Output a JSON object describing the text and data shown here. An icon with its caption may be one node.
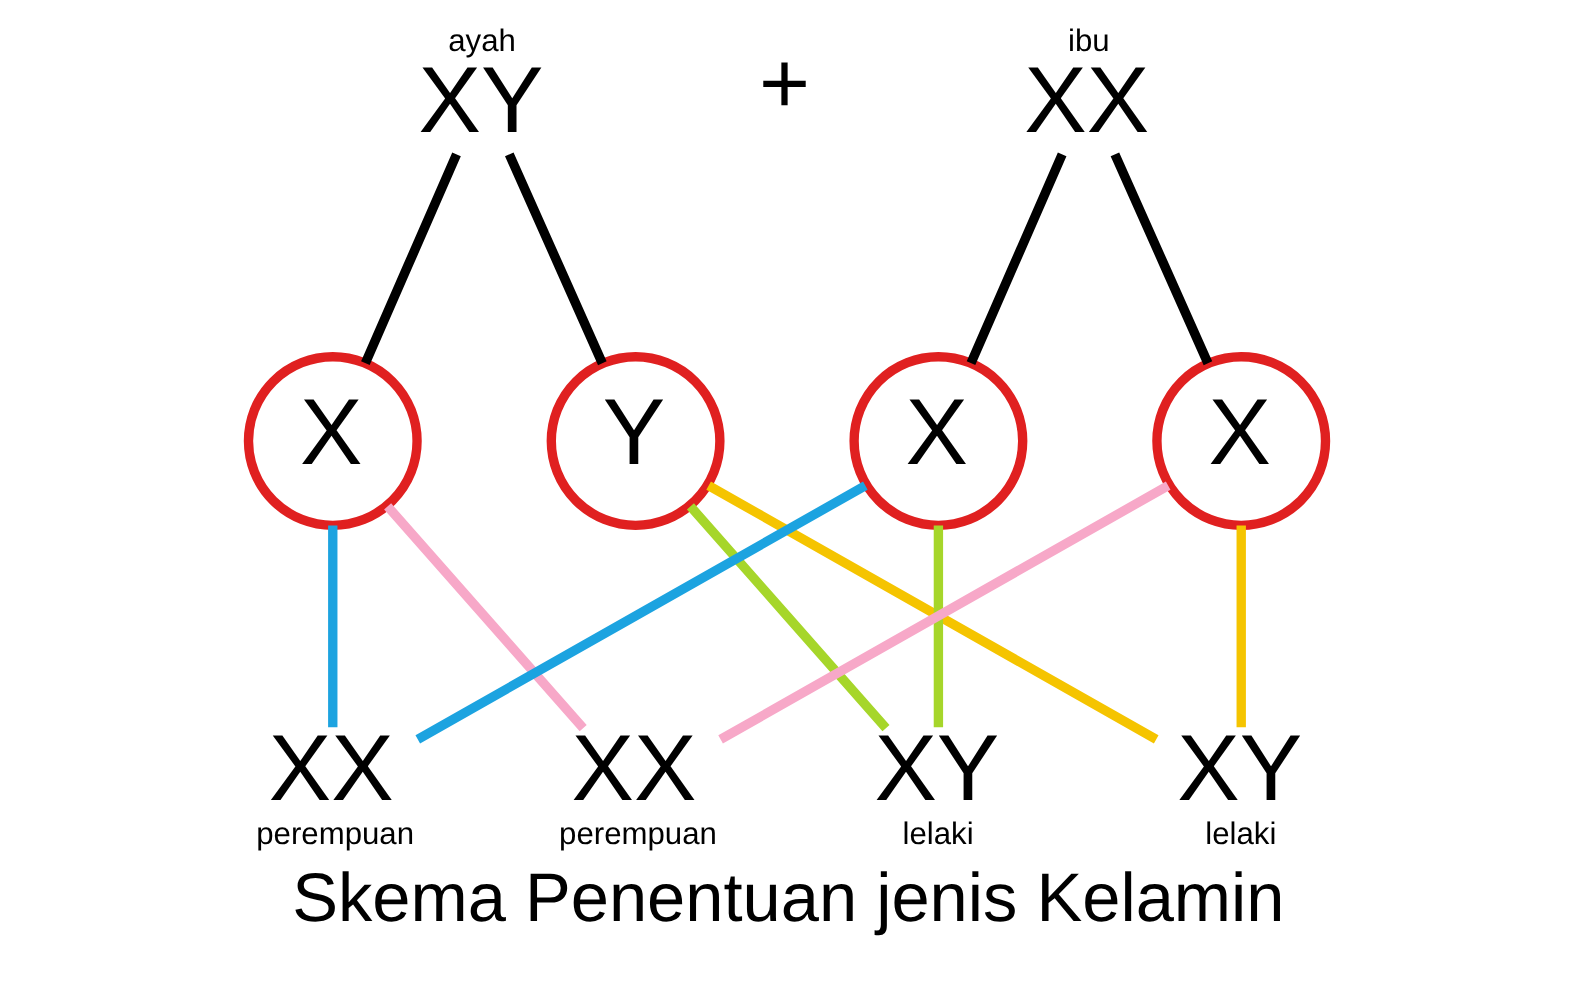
{
  "diagram": {
    "caption": "Skema Penentuan jenis Kelamin",
    "nodes": [
      {
        "text": [
          "XY"
        ],
        "beside": [
          "ayah"
        ]
      },
      {
        "text": [
          "XX"
        ],
        "beside": [
          "ibu"
        ]
      },
      {
        "text": [
          "X"
        ]
      },
      {
        "text": [
          "Y"
        ]
      },
      {
        "text": [
          "X"
        ]
      },
      {
        "text": [
          "X"
        ]
      },
      {
        "text": [
          "XX"
        ],
        "beside": [
          "perempuan"
        ]
      },
      {
        "text": [
          "XX"
        ],
        "beside": [
          "perempuan"
        ]
      },
      {
        "text": [
          "XY"
        ],
        "beside": [
          "lelaki"
        ]
      },
      {
        "text": [
          "XY"
        ],
        "beside": [
          "lelaki"
        ]
      }
    ],
    "edges": [
      {
        "from": 0,
        "to": 2,
        "arrow": "none"
      },
      {
        "from": 0,
        "to": 3,
        "arrow": "none"
      },
      {
        "from": 1,
        "to": 4,
        "arrow": "none"
      },
      {
        "from": 1,
        "to": 5,
        "arrow": "none"
      },
      {
        "from": 2,
        "to": 6,
        "arrow": "none",
        "color": "#1ca3e0"
      },
      {
        "from": 2,
        "to": 7,
        "arrow": "none",
        "color": "#f7a8c8"
      },
      {
        "from": 3,
        "to": 8,
        "arrow": "none",
        "color": "#a6d62a"
      },
      {
        "from": 3,
        "to": 9,
        "arrow": "none",
        "color": "#f5c400"
      },
      {
        "from": 4,
        "to": 6,
        "arrow": "none",
        "color": "#1ca3e0"
      },
      {
        "from": 4,
        "to": 8,
        "arrow": "none",
        "color": "#a6d62a"
      },
      {
        "from": 5,
        "to": 7,
        "arrow": "none",
        "color": "#f7a8c8"
      },
      {
        "from": 5,
        "to": 9,
        "arrow": "none",
        "color": "#f5c400"
      }
    ],
    "labels": [
      "+"
    ]
  }
}
